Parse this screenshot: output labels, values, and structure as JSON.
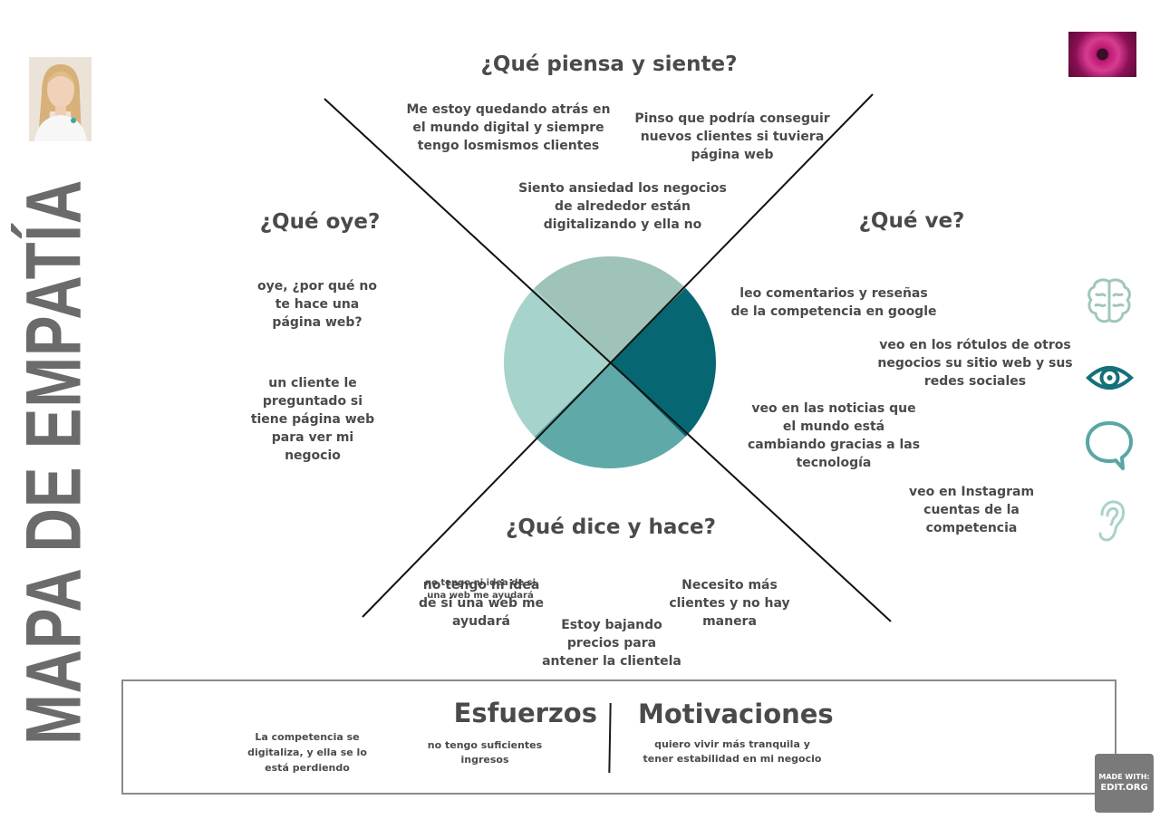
{
  "title": "MAPA DE EMPATÍA",
  "quadrants": {
    "thinks": {
      "heading": "¿Qué piensa y siente?",
      "notes": [
        "Me estoy quedando atrás en el mundo digital y siempre tengo losmismos clientes",
        "Pinso que podría conseguir nuevos clientes si tuviera página web",
        "Siento ansiedad los negocios de alrededor están digitalizando y ella no"
      ]
    },
    "hears": {
      "heading": "¿Qué oye?",
      "notes": [
        "oye, ¿por qué no te hace una página web?",
        "un cliente le preguntado si tiene página web para ver mi negocio"
      ]
    },
    "sees": {
      "heading": "¿Qué ve?",
      "notes": [
        "leo comentarios y reseñas de la competencia en google",
        "veo en los rótulos de otros negocios su sitio web y sus redes sociales",
        "veo en las noticias que el mundo está cambiando gracias a las tecnología",
        "veo en Instagram cuentas de la competencia"
      ]
    },
    "says": {
      "heading": "¿Qué dice y hace?",
      "notes": [
        "no tengo ni idea de si una web me ayudará",
        "no tengo ni idea de si una web me ayudará",
        "Necesito más clientes y no hay manera",
        "Estoy bajando precios para antener la clientela"
      ]
    }
  },
  "efforts": {
    "heading": "Esfuerzos",
    "notes": [
      "La competencia se digitaliza, y ella se lo está perdiendo",
      "no tengo suficientes ingresos"
    ]
  },
  "motivations": {
    "heading": "Motivaciones",
    "notes": [
      "quiero vivir más tranquila y tener estabilidad en mi negocio"
    ]
  },
  "icons": [
    "brain-icon",
    "eye-icon",
    "speech-bubble-icon",
    "ear-icon"
  ],
  "colors": {
    "quadrant_top": "#9fc3b8",
    "quadrant_right": "#066672",
    "quadrant_bottom": "#5fa9a9",
    "quadrant_left": "#a6d3cb",
    "icon_light": "#9fc7bd",
    "icon_dark": "#14707a",
    "icon_mid": "#5aa5a5",
    "text": "#4a4a4a"
  },
  "badge": {
    "line1": "MADE WITH:",
    "line2": "EDIT.ORG"
  }
}
